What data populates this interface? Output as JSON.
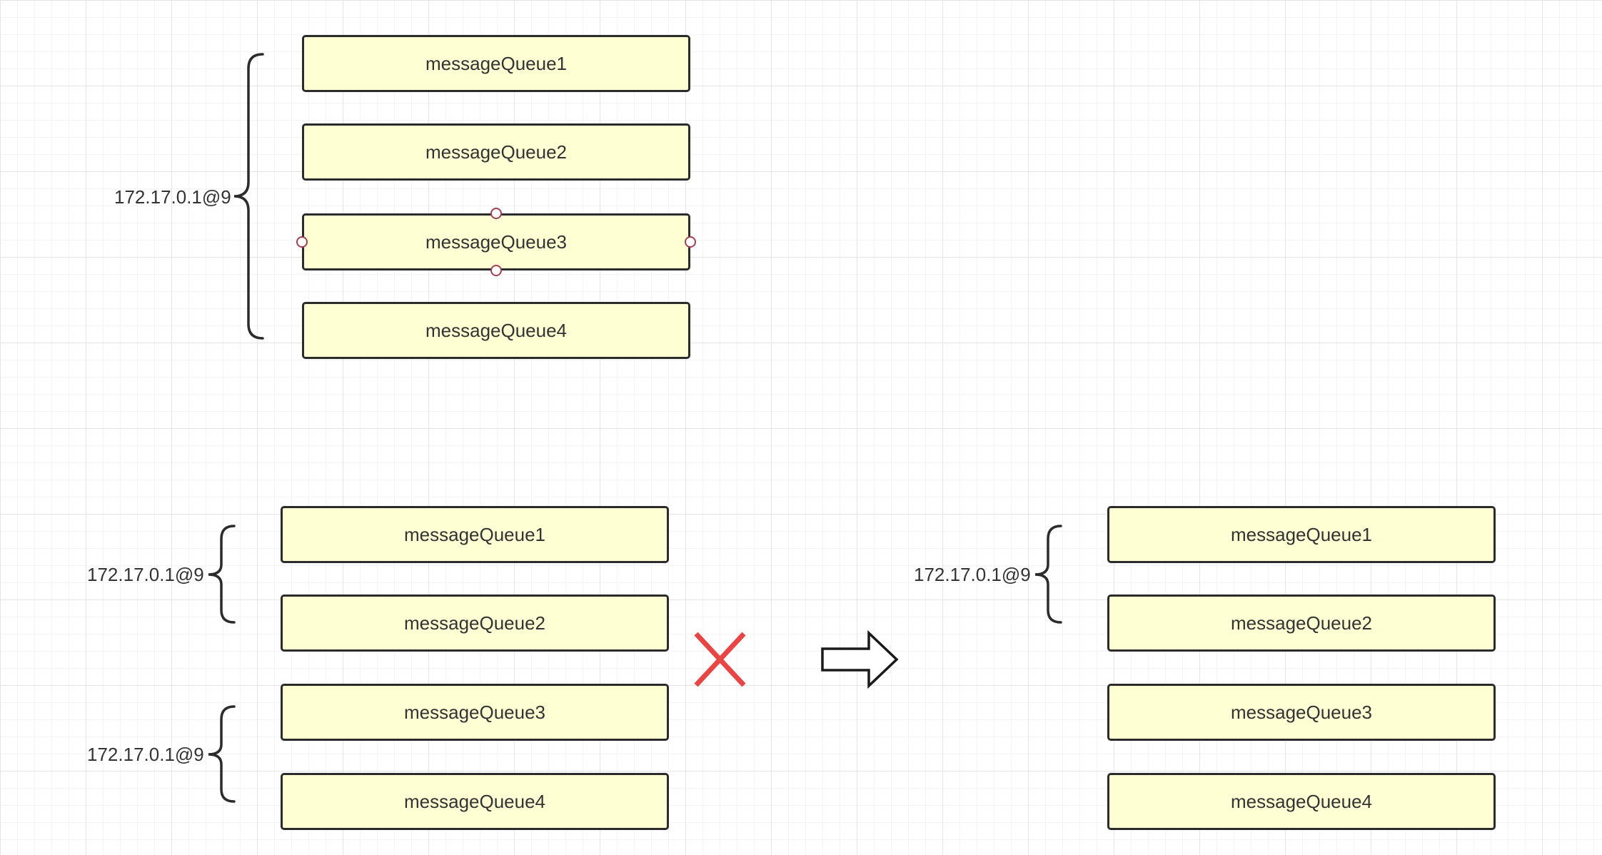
{
  "colors": {
    "box_fill": "#ffffd4",
    "box_border": "#2b2b2b",
    "cross": "#e84545",
    "text": "#333333"
  },
  "top_group": {
    "broker_label": "172.17.0.1@9",
    "queues": [
      "messageQueue1",
      "messageQueue2",
      "messageQueue3",
      "messageQueue4"
    ],
    "selected_queue_index": 2
  },
  "bottom_left_group": {
    "broker_labels": [
      "172.17.0.1@9",
      "172.17.0.1@9"
    ],
    "queues": [
      "messageQueue1",
      "messageQueue2",
      "messageQueue3",
      "messageQueue4"
    ]
  },
  "bottom_right_group": {
    "broker_label": "172.17.0.1@9",
    "queues": [
      "messageQueue1",
      "messageQueue2",
      "messageQueue3",
      "messageQueue4"
    ]
  },
  "icons": {
    "cross": "cross-icon",
    "arrow": "arrow-right-icon"
  }
}
